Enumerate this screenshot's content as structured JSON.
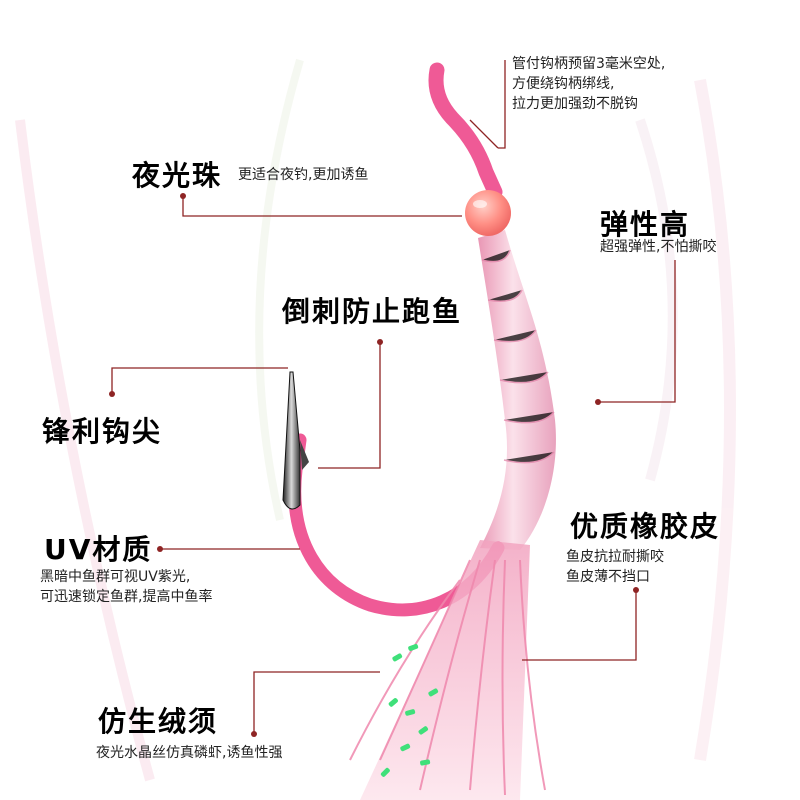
{
  "features": {
    "shank_space": {
      "lines": [
        "管付钩柄预留3毫米空处,",
        "方便绕钩柄绑线,",
        "拉力更加强劲不脱钩"
      ]
    },
    "glow_bead": {
      "title": "夜光珠",
      "desc": "更适合夜钓,更加诱鱼"
    },
    "elasticity": {
      "title": "弹性高",
      "desc": "超强弹性,不怕撕咬"
    },
    "barb": {
      "title": "倒刺防止跑鱼"
    },
    "sharp_point": {
      "title": "锋利钩尖"
    },
    "uv_material": {
      "title": "UV材质",
      "lines": [
        "黑暗中鱼群可视UV紫光,",
        "可迅速锁定鱼群,提高中鱼率"
      ]
    },
    "rubber_skin": {
      "title": "优质橡胶皮",
      "lines": [
        "鱼皮抗拉耐撕咬",
        "鱼皮薄不挡口"
      ]
    },
    "tentacles": {
      "title": "仿生绒须",
      "desc": "夜光水晶丝仿真磷虾,诱鱼性强"
    }
  },
  "colors": {
    "hook_pink": "#f0609a",
    "skin_pink": "#f4b6cc",
    "bead": "#ff8f85",
    "glow_green": "#3fe07a",
    "leader_line": "#8e2424"
  }
}
